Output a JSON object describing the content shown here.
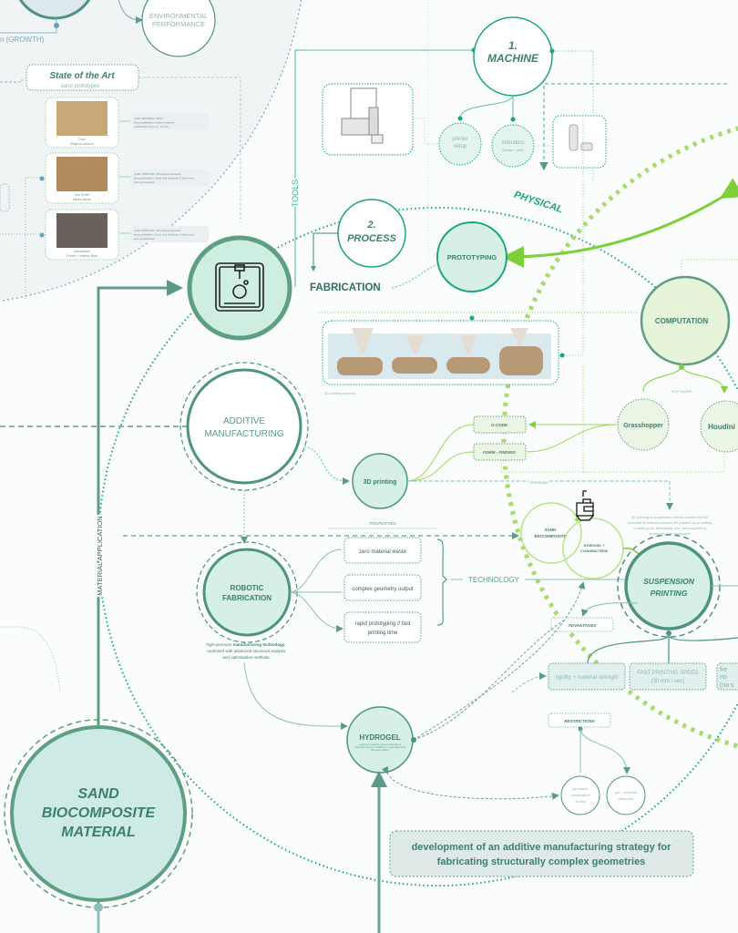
{
  "colors": {
    "teal_dark": "#3f8f7a",
    "teal_bright": "#1aa57f",
    "light_green": "#9bd85a",
    "fill_teal": "#cfeee2",
    "fill_green": "#e6f4da"
  },
  "top": {
    "growth_label": "n (GROWTH)",
    "environmental_performance": [
      "ENVIRONMENTAL",
      "PERFORMANCE"
    ]
  },
  "state_of_art": {
    "title": "State of the Art",
    "subtitle": "sand prototypes",
    "items": [
      {
        "caption": [
          "Dust",
          "Magnus Larsson"
        ],
        "info": [
          "scale: MATERIAL TEST",
          "bioconsolidation: sodium chloride",
          "solidification time: 6 - 10 min"
        ]
      },
      {
        "caption": [
          "Jmo SUNE",
          "Matrix studio"
        ],
        "info": [
          "scale: PAVILION / 3D printed elements",
          "bioconsolidation: Sand and cellulose of pine trees",
          "and corn kernels"
        ]
      },
      {
        "caption": [
          "Sandwaves",
          "Precht + Markus Blatt"
        ],
        "info": [
          "scale: PAVILION / 3D printed elements",
          "bioconsolidation: Sand and cellulose of pine trees",
          "and cornstarches"
        ]
      }
    ]
  },
  "labels": {
    "tools": "TOOLS",
    "physical": "PHYSICAL",
    "fabrication": "FABRICATION",
    "material_application": "MATERIAL APPLICATION",
    "technology": "TECHNOLOGY",
    "technique": "technique",
    "properties": "PROPERTIES",
    "software": "SOFTWARE",
    "printing_process": "3D printing process"
  },
  "machine": {
    "number": "1.",
    "title": "MACHINE",
    "printer_setup": [
      "printer",
      "setup"
    ],
    "extruders": [
      "extruders",
      "(design + print)"
    ]
  },
  "process": {
    "number": "2.",
    "title": "PROCESS"
  },
  "nodes": {
    "prototyping": "PROTOTYPING",
    "computation": "COMPUTATION",
    "grasshopper": "Grasshopper",
    "houdini": "Houdini",
    "gcode": "G-CODE",
    "form_finding": "FORM - FINDING",
    "additive": [
      "ADDITIVE",
      "MANUFACTURING"
    ],
    "printing_3d": "3D printing",
    "robotic": [
      "ROBOTIC",
      "FABRICATION"
    ],
    "sand_biocomposite": [
      "SAND",
      "BIOCOMPOSITE"
    ],
    "hydrogel_cyano": [
      "HYDROGEL +",
      "CYANOBACTERIA"
    ],
    "suspension": [
      "SUSPENSION",
      "PRINTING"
    ],
    "hydrogel": "HYDROGEL",
    "hydrogel_desc": [
      "network of crosslinked polymer chains that are",
      "hydrophilic, forming a colloidal gel in which water is the",
      "dispersion medium"
    ],
    "sand_material": [
      "SAND",
      "BIOCOMPOSITE",
      "MATERIAL"
    ]
  },
  "technology_items": [
    "zero material waste",
    "complex geometry output",
    [
      "rapid prototyping // fast",
      "printing time"
    ]
  ],
  "robotic_desc": {
    "pre": "high-precision ",
    "bold": "manufacturing technology",
    "post": ",",
    "lines": [
      "combined with advanced structural analysis",
      "and optimisation methods"
    ]
  },
  "suspension_desc": [
    "3D printing in suspension media unlocks the full",
    "potential of extrusion-based 3D printers by providing",
    "a strategy for fabricating non- self-supporting",
    "structures from hydrogels"
  ],
  "advantages": {
    "label": "ADVANTAGES",
    "items": [
      "rigidity + material strength",
      [
        "FAST PRINTING SPEED",
        "(30 mm / sec)"
      ],
      [
        "fre",
        "no",
        "(no s"
      ]
    ]
  },
  "restrictions": {
    "label": "RESTRICTIONS",
    "items": [
      [
        "gel matrix",
        "composition",
        "& ratio"
      ],
      [
        "gel + material",
        "distortion"
      ]
    ]
  },
  "goal": [
    "development of an additive manufacturing strategy for",
    "fabricating structurally complex geometries"
  ]
}
